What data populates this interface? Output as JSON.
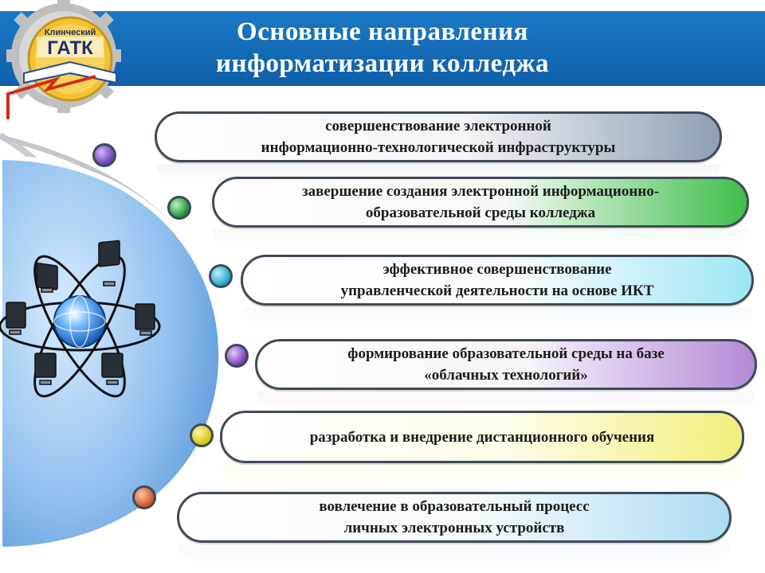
{
  "title": "Основные направления\nинформатизации колледжа",
  "logo": {
    "line1": "Клинческий",
    "line2": "ГАТК"
  },
  "items": [
    {
      "text": "совершенствование электронной\nинформационно-технологической инфраструктуры",
      "color": "#8fa0b3",
      "dot": "#6a3fb0"
    },
    {
      "text": "завершение создания электронной информационно-\nобразовательной среды колледжа",
      "color": "#3fbf4a",
      "dot": "#1e8e3a"
    },
    {
      "text": "эффективное совершенствование\nуправленческой деятельности на основе ИКТ",
      "color": "#9fe6f2",
      "dot": "#1ea5c8"
    },
    {
      "text": "формирование образовательной среды на базе\n«облачных технологий»",
      "color": "#b38ad6",
      "dot": "#7a3fb8"
    },
    {
      "text": "разработка и внедрение дистанционного обучения",
      "color": "#f1ee7a",
      "dot": "#d8c20e"
    },
    {
      "text": "вовлечение в образовательный процесс\nличных электронных устройств",
      "color": "#aedcf0",
      "dot": "#d2501e"
    }
  ]
}
